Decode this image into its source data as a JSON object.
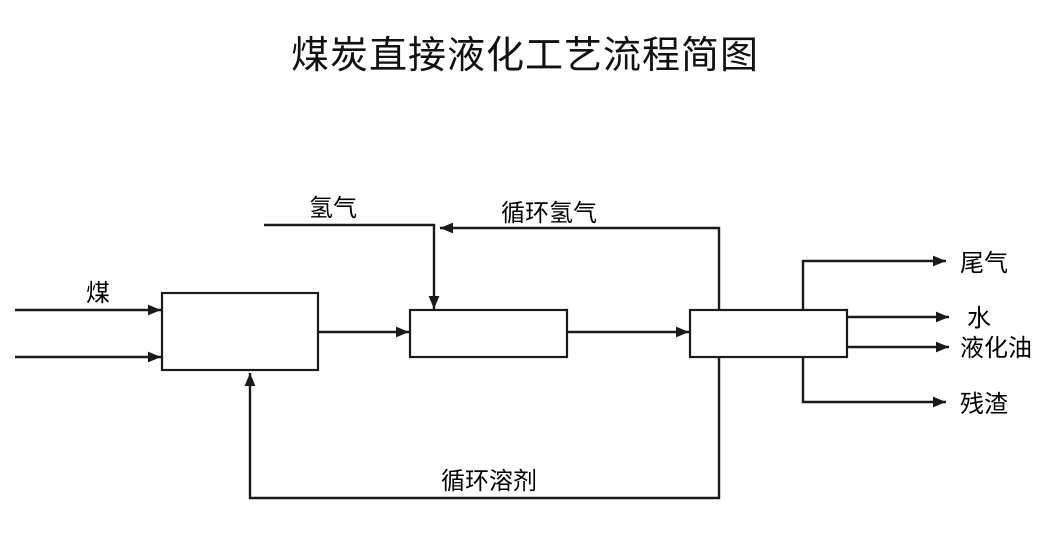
{
  "title": "煤炭直接液化工艺流程简图",
  "diagram": {
    "type": "process-flow",
    "colors": {
      "background": "#ffffff",
      "line": "#1a1a1a",
      "text": "#000000"
    },
    "stream_labels": {
      "coal": "煤",
      "hydrogen": "氢气",
      "recycled_hydrogen": "循环氢气",
      "tail_gas": "尾气",
      "water": "水",
      "liquefied_oil": "液化油",
      "residue": "残渣",
      "recycled_solvent": "循环溶剂"
    },
    "streams": [
      {
        "label": "煤",
        "to": "box-1",
        "direction": "in"
      },
      {
        "label": "氢气",
        "to": "box-2",
        "direction": "in"
      },
      {
        "label": "循环氢气",
        "from": "box-3",
        "to": "box-2",
        "direction": "recycle"
      },
      {
        "label": "尾气",
        "from": "box-3",
        "direction": "out"
      },
      {
        "label": "水",
        "from": "box-3",
        "direction": "out"
      },
      {
        "label": "液化油",
        "from": "box-3",
        "direction": "out"
      },
      {
        "label": "残渣",
        "from": "box-3",
        "direction": "out"
      },
      {
        "label": "循环溶剂",
        "from": "box-3",
        "to": "box-1",
        "direction": "recycle"
      }
    ]
  }
}
